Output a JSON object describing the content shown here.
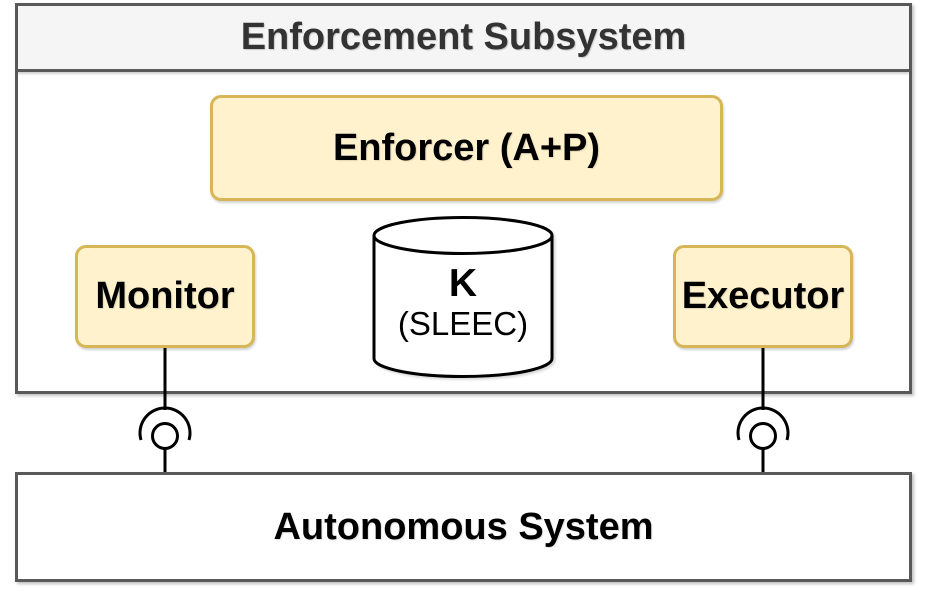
{
  "diagram": {
    "type": "component-architecture",
    "title": "Enforcement Subsystem",
    "nodes": {
      "enforcer": {
        "label": "Enforcer (A+P)",
        "shape": "rounded-rectangle"
      },
      "monitor": {
        "label": "Monitor",
        "shape": "rounded-rectangle"
      },
      "executor": {
        "label": "Executor",
        "shape": "rounded-rectangle"
      },
      "knowledge_store": {
        "label": "K",
        "sublabel": "(SLEEC)",
        "shape": "cylinder"
      },
      "autonomous_system": {
        "label": "Autonomous System",
        "shape": "rectangle"
      }
    },
    "connectors": [
      {
        "from": "monitor",
        "to": "autonomous_system",
        "type": "ball-and-socket"
      },
      {
        "from": "executor",
        "to": "autonomous_system",
        "type": "ball-and-socket"
      }
    ],
    "colors": {
      "component_fill": "#FFF2CC",
      "component_stroke": "#D6B656",
      "container_stroke": "#595959",
      "header_fill": "#F5F5F5",
      "title_color": "#333333",
      "label_color": "#000000",
      "connector_color": "#000000",
      "background": "#FFFFFF"
    }
  }
}
